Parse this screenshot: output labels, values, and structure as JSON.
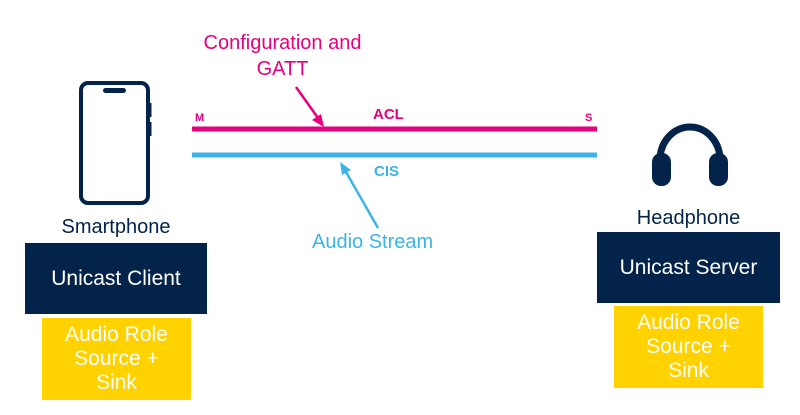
{
  "annotations": {
    "config_line1": "Configuration and",
    "config_line2": "GATT",
    "audio_stream": "Audio Stream"
  },
  "links": {
    "acl": "ACL",
    "cis": "CIS",
    "master_marker": "M",
    "slave_marker": "S"
  },
  "left_device": {
    "name": "Smartphone",
    "role": "Unicast Client",
    "audio_role_lines": [
      "Audio Role",
      "Source +",
      "Sink"
    ]
  },
  "right_device": {
    "name": "Headphone",
    "role": "Unicast Server",
    "audio_role_lines": [
      "Audio Role",
      "Source +",
      "Sink"
    ]
  },
  "colors": {
    "acl_magenta": "#e6007e",
    "cis_blue": "#3cb4e6",
    "navy": "#03234b",
    "yellow": "#ffd200",
    "icon": "#03234b"
  },
  "icons": {
    "left": "smartphone-icon",
    "right": "headphones-icon"
  }
}
